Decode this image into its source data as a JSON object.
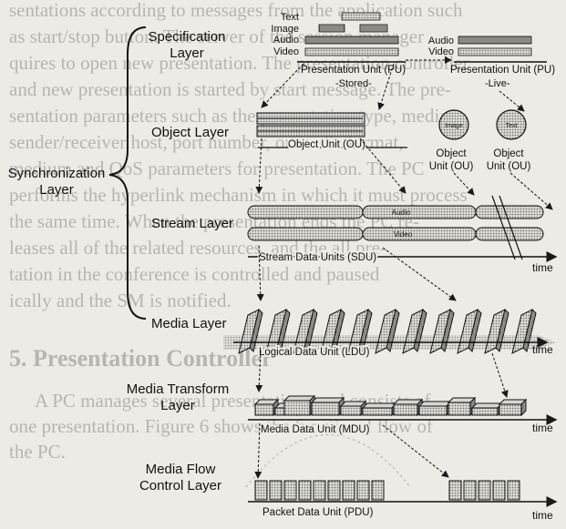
{
  "colors": {
    "paper": "#ecebe6",
    "ink": "#1a1a1a",
    "dotted": "#9e9e9a",
    "ghost": "#8a8a86"
  },
  "background_text": {
    "lines": [
      "sentations according to messages from the application such",
      "as start/stop button. The server of the session manager",
      "quires to open new presentation. The presentation controller",
      "and new presentation is started by start message. The pre-",
      "sentation parameters such as the presentation type, media",
      "sender/receiver host, port number, or media format,",
      "medium and QoS parameters for presentation. The PC",
      "performs the hyperlink mechanism in which it must process",
      "the same time. When the presentation ends the PC re-",
      "leases all of the related resources, and the all pre-",
      "tation in the conference is controlled and paused",
      "ically and the SM is notified."
    ],
    "heading": "5. Presentation Controller",
    "para_lines": [
      "A PC manages several presentations and consists of",
      "one presentation. Figure 6 shows the functional flow of",
      "the PC."
    ]
  },
  "layers": {
    "synchronization": "Synchronization\nLayer",
    "specification": "Specification\nLayer",
    "object": "Object Layer",
    "stream": "Stream Layer",
    "media": "Media Layer",
    "media_transform": "Media Transform\nLayer",
    "media_flow": "Media Flow\nControl Layer"
  },
  "specification": {
    "tracks": [
      "Text",
      "Image",
      "Audio",
      "Video"
    ],
    "audio_video": [
      "Audio",
      "Video"
    ],
    "pu_stored": "Presentation Unit (PU)",
    "pu_live": "Presentation Unit (PU)",
    "stored": "-Stored-",
    "live": "-Live-"
  },
  "object": {
    "ou_label": "Object Unit (OU)",
    "circle_labels": [
      "Image",
      "Text"
    ],
    "ou_circle_labels": [
      "Object\nUnit (OU)",
      "Object\nUnit (OU)"
    ]
  },
  "stream": {
    "audio": "Audio",
    "video": "Video",
    "sdu_label": "Stream Data Units (SDU)",
    "time": "time"
  },
  "media": {
    "ldu_label": "Logical Data Unit (LDU)",
    "time": "time"
  },
  "transform": {
    "mdu_label": "Media Data Unit (MDU)",
    "time": "time"
  },
  "flow": {
    "pdu_label": "Packet Data Unit (PDU)",
    "time": "time"
  }
}
